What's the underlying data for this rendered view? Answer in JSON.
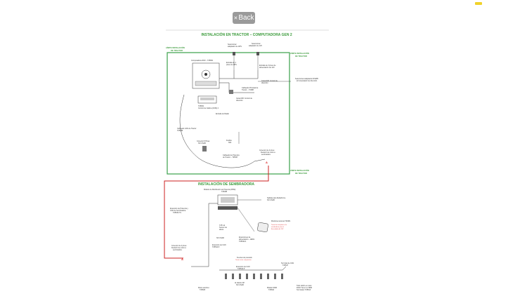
{
  "toolbar": {
    "back_label": "Back",
    "back_icon": "close-icon"
  },
  "document": {
    "title_tractor": "INSTALACIÓN EN TRACTOR – COMPUTADORA GEN 2",
    "title_seeder": "INSTALACIÓN DE SEMBRADORA",
    "limit_left": [
      "LÍMITE INSTALACIÓN",
      "DE TRACTOR"
    ],
    "limit_right_top": [
      "LÍMITE INSTALACIÓN",
      "DE TRACTOR"
    ],
    "limit_right_bottom": [
      "LÍMITE INSTALACIÓN",
      "DE TRACTOR"
    ],
    "tractor_labels": {
      "sel_gps": [
        "Seleccionar",
        "adaptador de GPS"
      ],
      "sel_12v": [
        "Seleccionar",
        "adaptador de 12V"
      ],
      "entrada_gps": [
        "Entrada de 4",
        "pines de GPS"
      ],
      "entrada_12v": [
        "Entrada de 3 pines de",
        "alimentación de 12V"
      ],
      "computadora": "Computadora 2010 – T25961",
      "cableado_principal": [
        "Cableado Principal de",
        "Tractor – T2088"
      ],
      "canal_dcm": [
        "Canal A/B: Control de",
        "dirección"
      ],
      "canal_dcm2": [
        "Canal A/B: Control de",
        "dirección"
      ],
      "sel_datos": [
        "Seleccionar adaptación RS485",
        "al Computador de dirección"
      ],
      "t25961_b": [
        "T25961",
        "Control de Cabina (CCM) 2"
      ],
      "entrada_radar": "Entrada de Radar",
      "cable_can": [
        "Cableado CAN de Tractor",
        "T25549"
      ],
      "conector_8": [
        "Conector 8 Pines",
        "NO USAR"
      ],
      "fusible": [
        "Fusible",
        "30A"
      ],
      "cableado_potencia": [
        "Cableado de Potencia",
        "de Tractor – T25537"
      ],
      "conector_4_top": [
        "Conector de 4 pines",
        "Deutsch de unión a",
        "sembradora"
      ]
    },
    "seeder_labels": {
      "modulo_potencia": [
        "Módulo de Distribución de Potencia (PDM)",
        "T25485"
      ],
      "salidas": [
        "Salidas para Delta/Force",
        "NO USAR"
      ],
      "extension_potencia": [
        "Extensión de Potencia y",
        "CAN de Sembradora",
        "T25533-7S"
      ],
      "sensor_4": [
        "3 Pin al",
        "Sensor de",
        "altura"
      ],
      "no_usar": "NO USAR",
      "monitoreo": [
        "Monitoreo antena T23461"
      ],
      "monitoreo_red": [
        "Tomo de reemplazo a la",
        "sembradora para el",
        "Encendido del 12V"
      ],
      "extension_can": [
        "Extensión de CAN",
        "T25544-5"
      ],
      "extensiones_alim": [
        "Extensiones de",
        "alimentación – ARD1",
        "T25546-3"
      ],
      "conector_4_bottom": [
        "Conector de 4 pines",
        "Deutsch de unión a",
        "sembradora"
      ],
      "fuentes": [
        "Fuentes de pescado"
      ],
      "fuentes_red": "Tornar entre compuertas",
      "extension_can2": [
        "Extensión de CAN",
        "T25544-5"
      ],
      "terminal_can": [
        "Terminal de CAN",
        "T25547"
      ],
      "cilindro": [
        "Al cilindro 3P",
        "NO USAR"
      ],
      "motor_elec": [
        "Motor eléctrico",
        "T25605"
      ],
      "modulo_srm": [
        "Módulo SRM",
        "T25604"
      ],
      "tuberia": [
        "Todo cañón en caso",
        "DCM: Tener un SRM",
        "Terminator T25613"
      ]
    }
  }
}
